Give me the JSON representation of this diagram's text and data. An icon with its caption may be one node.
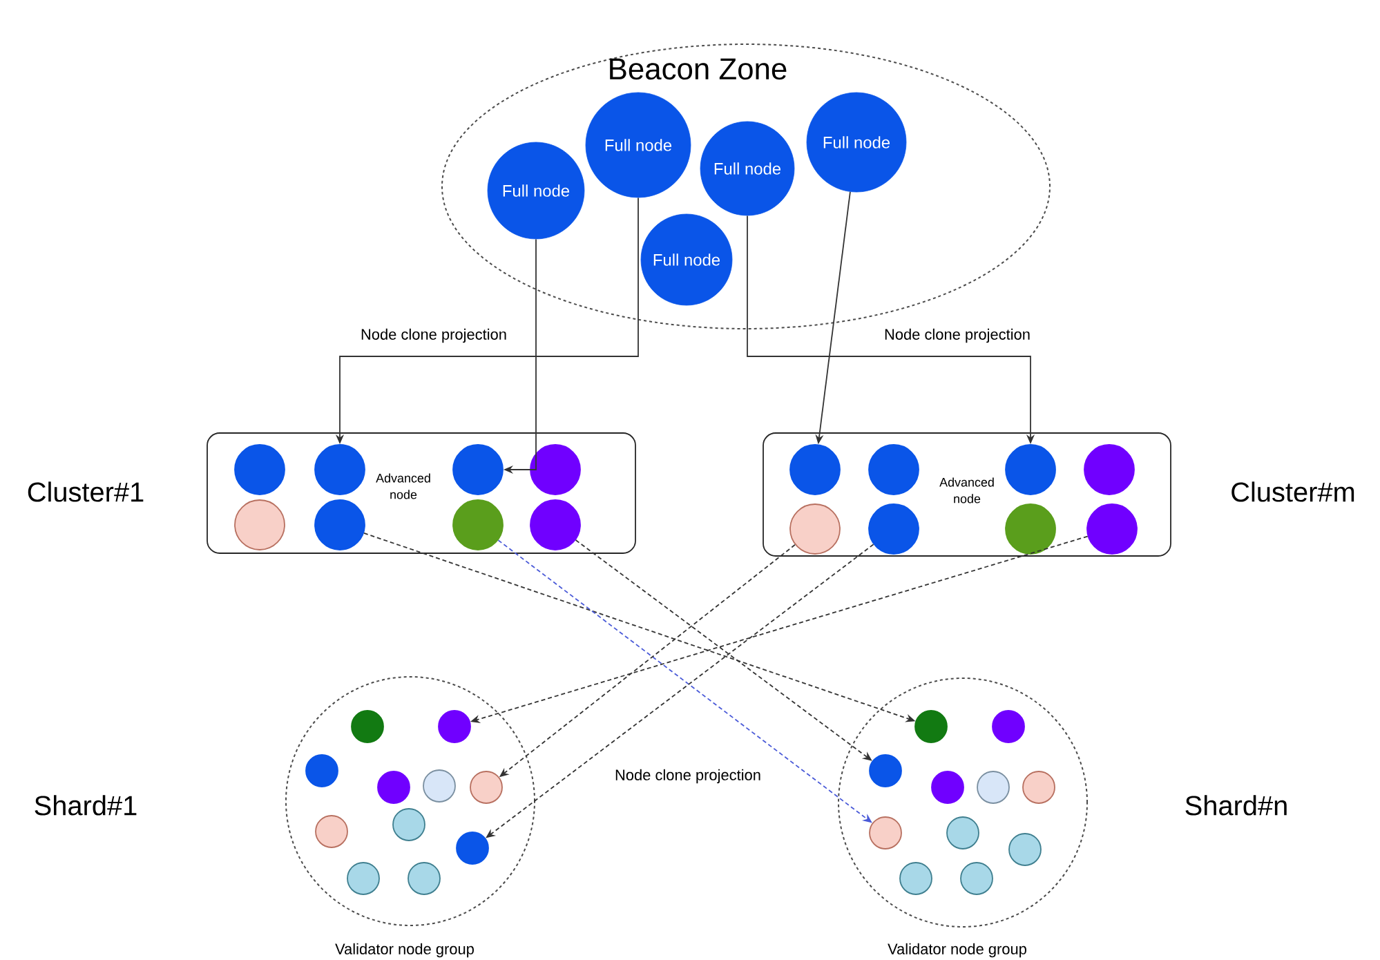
{
  "diagram": {
    "nodes": [
      {
        "text": [
          "Beacon Zone"
        ]
      },
      {
        "text": [
          "Full node"
        ],
        "in": 0
      },
      {
        "text": [
          "Full node"
        ],
        "in": 0
      },
      {
        "text": [
          "Full node"
        ],
        "in": 0
      },
      {
        "text": [
          "Full node"
        ],
        "in": 0
      },
      {
        "text": [
          "Full node"
        ],
        "in": 0
      },
      {
        "text": [
          "Cluster#1",
          "Advanced node"
        ]
      },
      {
        "text": [],
        "shape": "circle",
        "in": 6
      },
      {
        "text": [],
        "shape": "circle",
        "in": 6
      },
      {
        "text": [],
        "shape": "circle",
        "in": 6
      },
      {
        "text": [],
        "shape": "circle",
        "in": 6
      },
      {
        "text": [],
        "shape": "circle",
        "in": 6
      },
      {
        "text": [],
        "shape": "circle",
        "in": 6
      },
      {
        "text": [],
        "shape": "circle",
        "in": 6
      },
      {
        "text": [],
        "shape": "circle",
        "in": 6
      },
      {
        "text": [
          "Advanced node",
          "Cluster#m"
        ]
      },
      {
        "text": [],
        "shape": "circle",
        "in": 15
      },
      {
        "text": [],
        "shape": "circle",
        "in": 15
      },
      {
        "text": [],
        "shape": "circle",
        "in": 15
      },
      {
        "text": [],
        "shape": "circle",
        "in": 15
      },
      {
        "text": [],
        "shape": "circle",
        "in": 15
      },
      {
        "text": [],
        "shape": "circle",
        "in": 15
      },
      {
        "text": [],
        "shape": "circle",
        "in": 15
      },
      {
        "text": [],
        "shape": "circle",
        "in": 15
      },
      {
        "text": [],
        "shape": "circle",
        "beside": [
          "Validator node group"
        ]
      },
      {
        "text": [],
        "shape": "circle",
        "in": 24
      },
      {
        "text": [],
        "shape": "circle",
        "in": 24
      },
      {
        "text": [],
        "shape": "circle",
        "in": 24
      },
      {
        "text": [],
        "shape": "circle",
        "in": 24
      },
      {
        "text": [],
        "shape": "circle",
        "in": 24
      },
      {
        "text": [],
        "shape": "circle",
        "in": 24
      },
      {
        "text": [],
        "shape": "circle",
        "in": 24
      },
      {
        "text": [],
        "shape": "circle",
        "in": 24
      },
      {
        "text": [],
        "shape": "circle",
        "in": 24
      },
      {
        "text": [],
        "shape": "circle",
        "in": 24
      },
      {
        "text": [],
        "shape": "circle",
        "in": 24
      },
      {
        "text": [],
        "shape": "circle",
        "beside": [
          "Validator node group"
        ]
      },
      {
        "text": [],
        "shape": "circle",
        "in": 36
      },
      {
        "text": [],
        "shape": "circle",
        "in": 36
      },
      {
        "text": [],
        "shape": "circle",
        "in": 36
      },
      {
        "text": [],
        "shape": "circle",
        "in": 36
      },
      {
        "text": [],
        "shape": "circle",
        "in": 36
      },
      {
        "text": [],
        "shape": "circle",
        "in": 36
      },
      {
        "text": [],
        "shape": "circle",
        "in": 36
      },
      {
        "text": [],
        "shape": "circle",
        "in": 36
      },
      {
        "text": [],
        "shape": "circle",
        "in": 36
      },
      {
        "text": [],
        "shape": "circle",
        "in": 36
      },
      {
        "text": [],
        "shape": "circle",
        "in": 36
      }
    ],
    "edges": [
      {
        "from": 1,
        "to": 9,
        "arrow": "to"
      },
      {
        "from": 2,
        "to": 8,
        "arrow": "to",
        "label": "Node clone projection"
      },
      {
        "from": 4,
        "to": 18,
        "arrow": "to",
        "label": "Node clone projection"
      },
      {
        "from": 5,
        "to": 16,
        "arrow": "to"
      },
      {
        "from": 12,
        "to": 37,
        "arrow": "to",
        "style": "dashed"
      },
      {
        "from": 14,
        "to": 39,
        "arrow": "to",
        "style": "dashed"
      },
      {
        "from": 13,
        "to": 43,
        "arrow": "to",
        "style": "dashed",
        "color": "#4a5ad8"
      },
      {
        "from": 20,
        "to": 30,
        "arrow": "to",
        "style": "dashed"
      },
      {
        "from": 21,
        "to": 33,
        "arrow": "to",
        "style": "dashed"
      },
      {
        "from": 23,
        "to": 26,
        "arrow": "to",
        "style": "dashed"
      }
    ],
    "labels": [
      "Node clone projection",
      "Shard#1",
      "Shard#n"
    ]
  }
}
